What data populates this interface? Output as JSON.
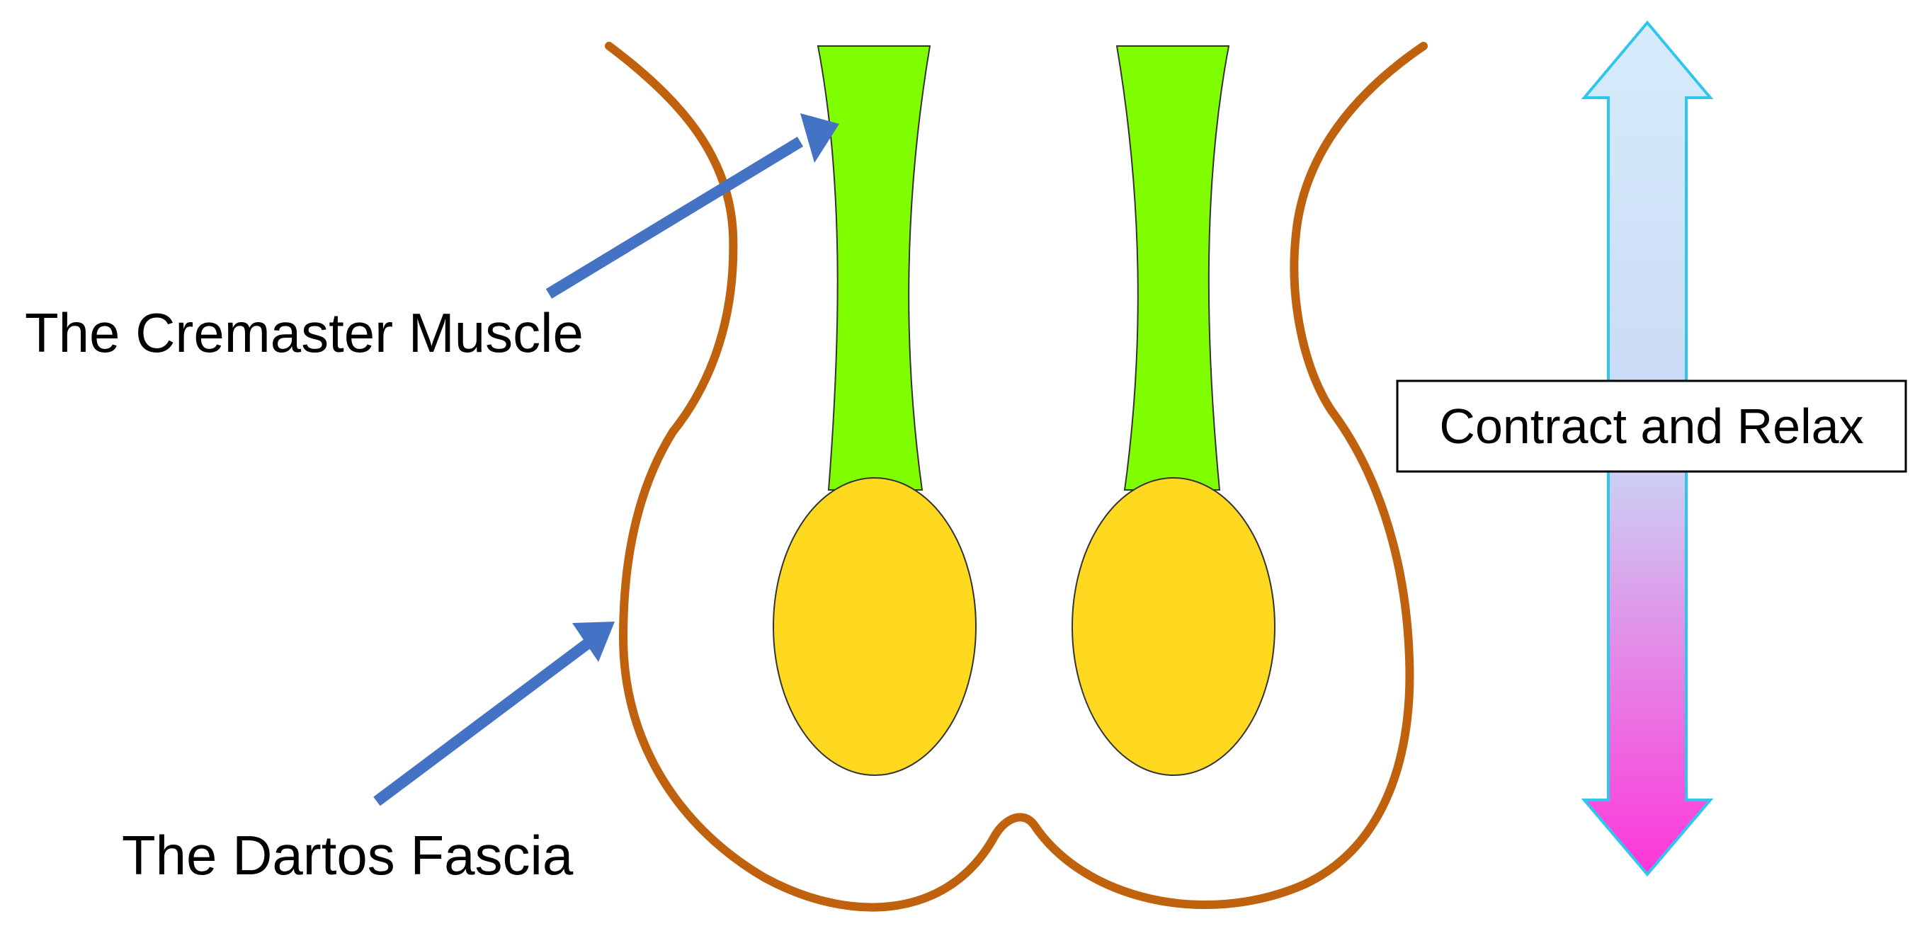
{
  "labels": {
    "cremaster": "The Cremaster Muscle",
    "dartos": "The Dartos Fascia",
    "contract_relax": "Contract and Relax"
  },
  "colors": {
    "dartos_outline": "#c0620d",
    "cremaster_green": "#80ff00",
    "testis_yellow": "#ffd91f",
    "pointer_arrow": "#4472c4",
    "double_arrow_top": "#d6ecfb",
    "double_arrow_mid": "#c9d8f5",
    "double_arrow_bottom": "#ff35d8",
    "double_arrow_outline": "#2ec6ee"
  }
}
